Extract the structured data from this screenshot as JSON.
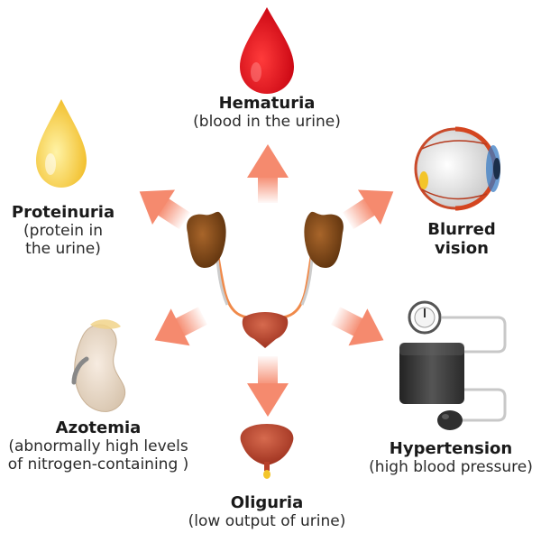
{
  "symptoms": {
    "hematuria": {
      "title": "Hematuria",
      "desc": "(blood in the urine)"
    },
    "proteinuria": {
      "title": "Proteinuria",
      "desc_1": "(protein in",
      "desc_2": "the urine)"
    },
    "blurred": {
      "title_1": "Blurred",
      "title_2": "vision"
    },
    "azotemia": {
      "title": "Azotemia",
      "desc_1": "(abnormally high levels",
      "desc_2": "of nitrogen-containing )"
    },
    "hypertension": {
      "title": "Hypertension",
      "desc": "(high blood pressure)"
    },
    "oliguria": {
      "title": "Oliguria",
      "desc": "(low output of urine)"
    }
  },
  "colors": {
    "arrow": "#f58a6e",
    "blood": "#e0101c",
    "protein": "#f3c52a",
    "kidney": "#7a4716",
    "bladder": "#b8402a",
    "cuff": "#3c3c3c"
  }
}
